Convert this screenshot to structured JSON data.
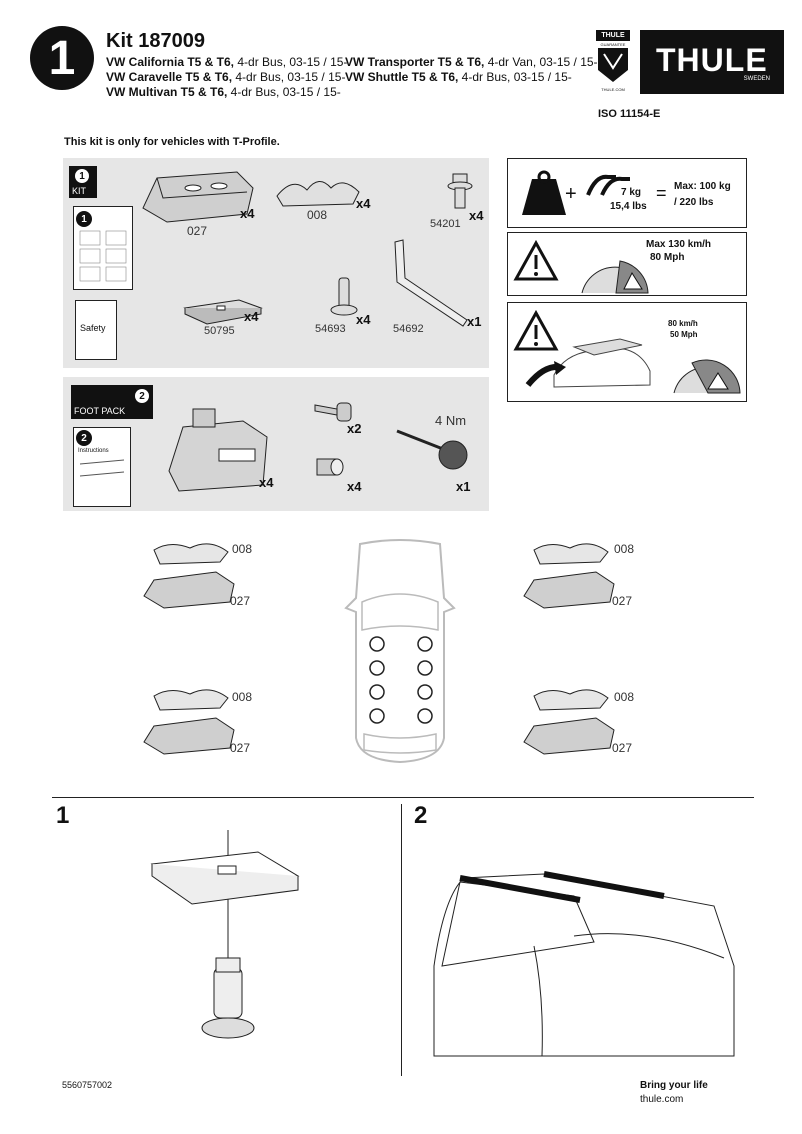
{
  "header": {
    "step_number": "1",
    "kit_title": "Kit 187009",
    "vehicles_left": [
      {
        "model": "VW California T5 & T6,",
        "detail": " 4-dr Bus, 03-15 / 15-"
      },
      {
        "model": "VW Caravelle T5 & T6,",
        "detail": " 4-dr Bus, 03-15 / 15-"
      },
      {
        "model": "VW Multivan T5 & T6,",
        "detail": " 4-dr Bus, 03-15 / 15-"
      }
    ],
    "vehicles_right": [
      {
        "model": "VW Transporter T5 & T6,",
        "detail": " 4-dr Van, 03-15 / 15-"
      },
      {
        "model": "VW Shuttle T5 & T6,",
        "detail": " 4-dr Bus, 03-15 / 15-"
      }
    ],
    "guarantee_badge": {
      "brand": "THULE",
      "text": "GUARANTEE",
      "url": "THULE.COM"
    },
    "logo": {
      "brand": "THULE",
      "sub": "SWEDEN"
    },
    "iso": "ISO 11154-E"
  },
  "notice": "This kit is only for vehicles with T-Profile.",
  "kit_panel": {
    "tab_label": "KIT",
    "tab_number": "1",
    "booklet_number": "1",
    "safety_label": "Safety",
    "parts": [
      {
        "code": "027",
        "qty": "x4"
      },
      {
        "code": "008",
        "qty": "x4"
      },
      {
        "code": "54201",
        "qty": "x4"
      },
      {
        "code": "50795",
        "qty": "x4"
      },
      {
        "code": "54693",
        "qty": "x4"
      },
      {
        "code": "54692",
        "qty": "x1"
      }
    ]
  },
  "foot_pack": {
    "tab_label": "FOOT PACK",
    "tab_number": "2",
    "booklet_number": "2",
    "booklet_label": "Instructions",
    "foot_qty": "x4",
    "key_qty": "x2",
    "lock_qty": "x4",
    "tool_qty": "x1",
    "torque": "4 Nm"
  },
  "load_info": {
    "bar_weight": "7 kg",
    "bar_weight_lbs": "15,4 lbs",
    "max_load": "Max: 100 kg",
    "max_load_lbs": "/ 220 lbs",
    "max_speed": "Max  130 km/h",
    "max_speed_mph": "80 Mph",
    "speed_kmh": "80 km/h",
    "speed_mph": "50 Mph"
  },
  "placement": {
    "labels_top": "008",
    "labels_bottom": "027"
  },
  "steps": [
    {
      "number": "1"
    },
    {
      "number": "2"
    }
  ],
  "footer": {
    "doc_number": "5560757002",
    "tagline": "Bring your life",
    "website": "thule.com"
  },
  "colors": {
    "panel_gray": "#e6e6e6",
    "text": "#111111",
    "gauge_dark": "#888888"
  }
}
